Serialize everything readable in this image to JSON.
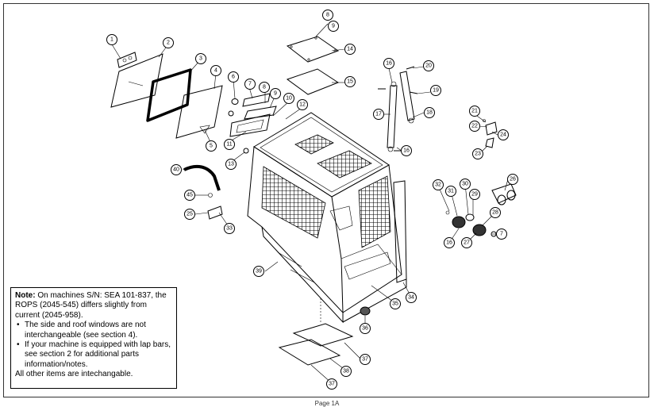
{
  "note": {
    "label": "Note:",
    "intro": "On machines S/N: SEA 101-837, the ROPS (2045-545) differs slightly from current (2045-958).",
    "bullets": [
      "The side and roof windows are not interchangeable (see section 4).",
      "If your machine is equipped with lap bars, see section 2 for additional parts information/notes."
    ],
    "closing": "All other items are intechangable."
  },
  "footer": {
    "page_label": "Page 1A"
  },
  "callouts": [
    "1",
    "2",
    "3",
    "4",
    "5",
    "6",
    "7",
    "8",
    "9",
    "10",
    "11",
    "12",
    "13",
    "14",
    "15",
    "16",
    "16",
    "16",
    "17",
    "18",
    "19",
    "20",
    "21",
    "22",
    "23",
    "24",
    "25",
    "26",
    "27",
    "28",
    "29",
    "30",
    "31",
    "32",
    "33",
    "34",
    "35",
    "36",
    "37",
    "37",
    "38",
    "39",
    "40",
    "45",
    "7",
    "9"
  ]
}
